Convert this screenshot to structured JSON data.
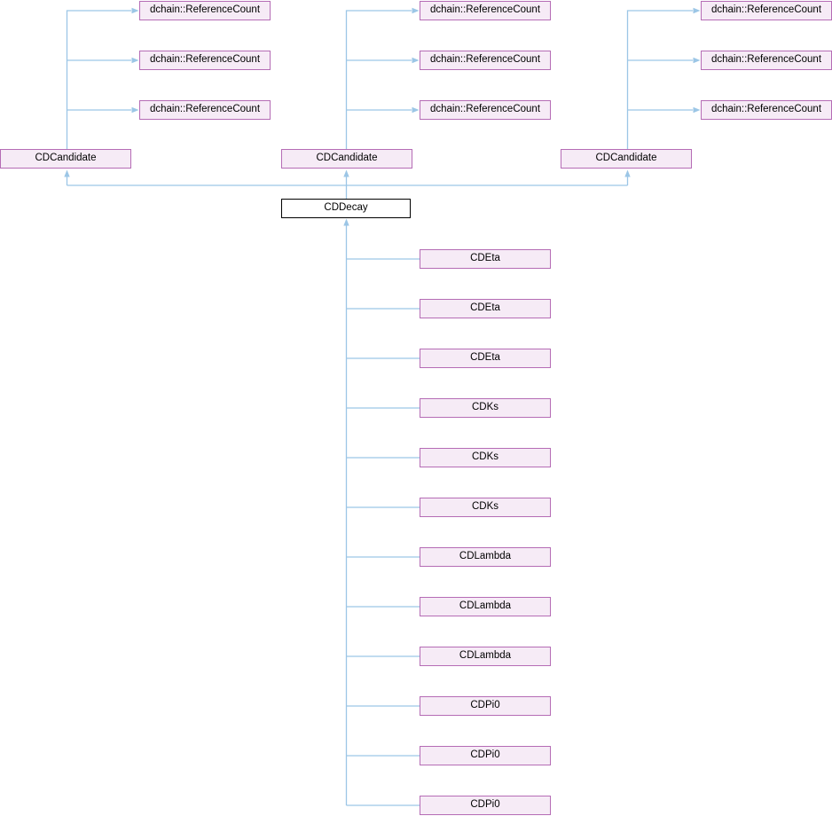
{
  "colors": {
    "background": "#ffffff",
    "edge": "#9cc6e6",
    "node_fill": "#f6ebf6",
    "node_border": "#b56cb5",
    "focus_fill": "#ffffff",
    "focus_border": "#000000",
    "text": "#000000"
  },
  "graph": {
    "focus": "CDDecay",
    "parents": [
      "CDCandidate",
      "CDCandidate",
      "CDCandidate"
    ],
    "grandparents": [
      "dchain::ReferenceCount",
      "dchain::ReferenceCount",
      "dchain::ReferenceCount",
      "dchain::ReferenceCount",
      "dchain::ReferenceCount",
      "dchain::ReferenceCount",
      "dchain::ReferenceCount",
      "dchain::ReferenceCount",
      "dchain::ReferenceCount"
    ],
    "children": [
      "CDEta",
      "CDEta",
      "CDEta",
      "CDKs",
      "CDKs",
      "CDKs",
      "CDLambda",
      "CDLambda",
      "CDLambda",
      "CDPi0",
      "CDPi0",
      "CDPi0"
    ]
  }
}
